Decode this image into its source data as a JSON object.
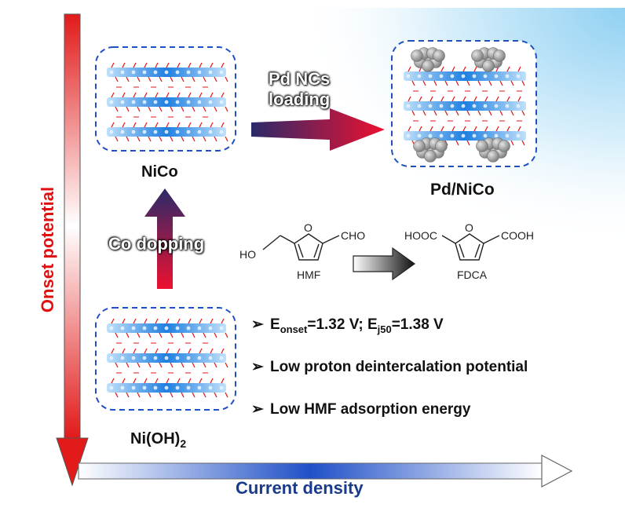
{
  "axes": {
    "y_label": "Onset potential",
    "x_label": "Current density"
  },
  "materials": {
    "nico": "NiCo",
    "pd_nico": "Pd/NiCo",
    "nioh2_base": "Ni(OH)",
    "nioh2_sub": "2"
  },
  "transitions": {
    "pd_loading_line1": "Pd NCs",
    "pd_loading_line2": "loading",
    "co_doping": "Co dopping"
  },
  "reaction": {
    "reactant_name": "HMF",
    "reactant_left_group": "HO",
    "reactant_right_group": "CHO",
    "product_name": "FDCA",
    "product_left_group": "HOOC",
    "product_right_group": "COOH",
    "ring_atom": "O"
  },
  "bullets": {
    "marker": "➢",
    "b1_e": "E",
    "b1_onset_sub": "onset",
    "b1_val1": "=1.32 V; E",
    "b1_j50_sub": "j50",
    "b1_val2": "=1.38 V",
    "b2": "Low proton deintercalation potential",
    "b3": "Low HMF adsorption energy"
  },
  "colors": {
    "axis_red": "#e01010",
    "axis_blue": "#1a3a8a",
    "arrow_red": "#e8102a",
    "arrow_navy": "#2a2a6a",
    "layer_blue": "#1f7fe0",
    "box_border": "#2050c0",
    "pd_gray": "#9a9a9a",
    "bg_cyan": "#a9dcf5"
  }
}
